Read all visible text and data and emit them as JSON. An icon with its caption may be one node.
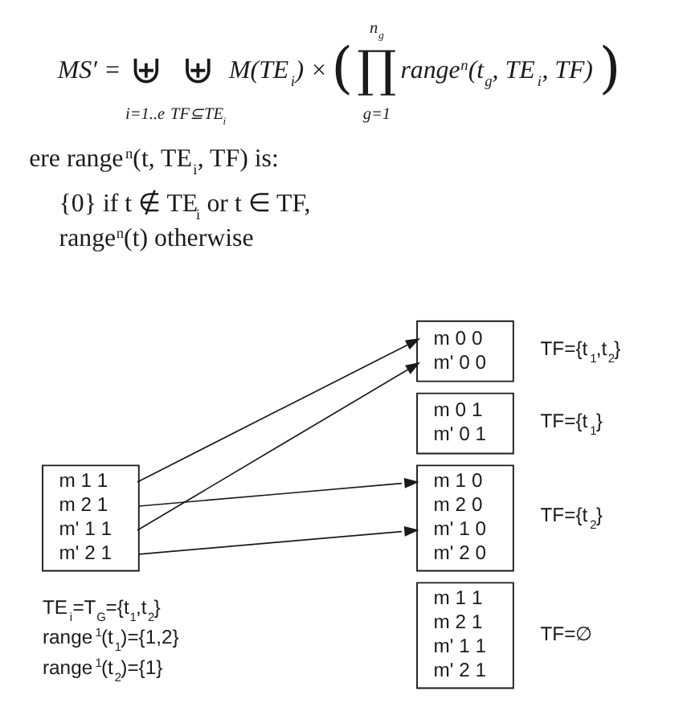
{
  "diagram": {
    "nodes": [
      {
        "text": [
          "m 0 0",
          "m' 0 0"
        ],
        "beside": [
          "TF={t$_{1}$,t$_{2}$}"
        ]
      },
      {
        "text": [
          "m 0 1",
          "m' 0 1"
        ],
        "beside": [
          "TF={t$_{1}$}"
        ]
      },
      {
        "text": [
          "m 1 1",
          "m 2 1",
          "m' 1 1",
          "m' 2 1"
        ]
      },
      {
        "text": [
          "m 1 0",
          "m 2 0",
          "m' 1 0",
          "m' 2 0"
        ],
        "beside": [
          "TF={t$_{2}$}"
        ]
      },
      {
        "text": [
          "m 1 1",
          "m 2 1",
          "m' 1 1",
          "m' 2 1"
        ],
        "beside": [
          "TF=∅"
        ]
      }
    ],
    "edges": [
      {
        "from": 2,
        "to": 0,
        "arrow": "to"
      },
      {
        "from": 2,
        "to": 3,
        "arrow": "to"
      },
      {
        "from": 2,
        "to": 0,
        "arrow": "to"
      },
      {
        "from": 2,
        "to": 3,
        "arrow": "to"
      }
    ],
    "labels": [
      "MS′ =",
      "⊎",
      "i=1..e",
      "⊎",
      "TF⊆TE$_{i}$",
      "M(TE$_{i}$) ×",
      "(",
      "n$_{g}$",
      "∏",
      "g=1",
      "range$^{n}$(t$_{g}$, TE$_{i}$, TF)",
      ")",
      "ere range$^{n}$(t, TE$_{i}$, TF) is:",
      "{0} if t ∉ TE$_{i}$ or t ∈ TF,",
      "range$^{n}$(t) otherwise",
      "TE$_{i}$=T$_{G}$={t$_{1}$,t$_{2}$}",
      "range$^{1}$(t$_{1}$)={1,2}",
      "range$^{1}$(t$_{2}$)={1}"
    ]
  }
}
